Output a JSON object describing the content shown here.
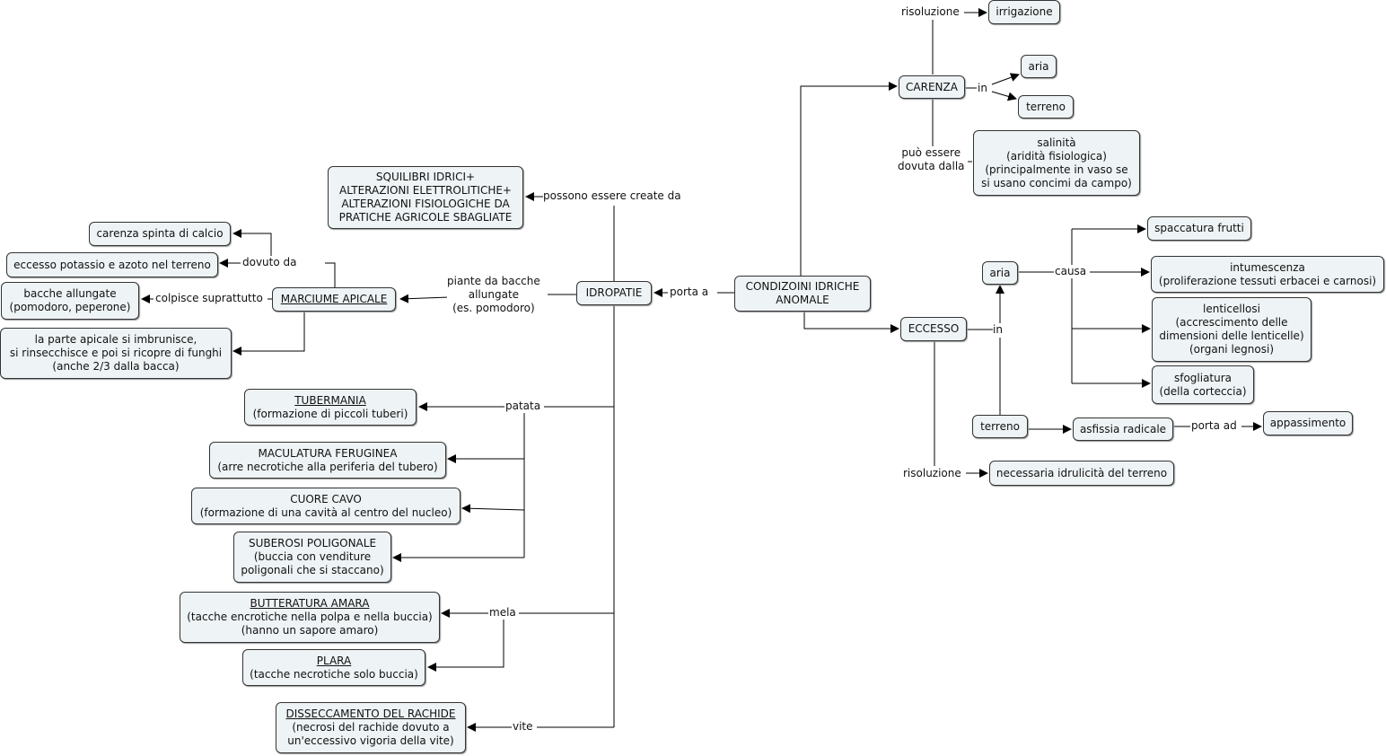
{
  "nodes": {
    "idropatie": [
      "IDROPATIE"
    ],
    "condizioni": [
      "CONDIZOINI IDRICHE",
      "ANOMALE"
    ],
    "squilibri": [
      "SQUILIBRI IDRICI+",
      "ALTERAZIONI ELETTROLITICHE+",
      "ALTERAZIONI FISIOLOGICHE DA",
      "PRATICHE AGRICOLE SBAGLIATE"
    ],
    "marciume": [
      "MARCIUME APICALE"
    ],
    "carenza_calcio": [
      "carenza spinta di calcio"
    ],
    "eccesso_potassio": [
      "eccesso potassio e azoto nel terreno"
    ],
    "bacche": [
      "bacche allungate",
      "(pomodoro, peperone)"
    ],
    "parte_apicale": [
      "la parte apicale si imbrunisce,",
      "si rinsecchisce e poi si ricopre di funghi",
      "(anche 2/3 dalla bacca)"
    ],
    "tubermania": [
      "TUBERMANIA",
      "(formazione di piccoli tuberi)"
    ],
    "maculatura": [
      "MACULATURA FERUGINEA",
      "(arre necrotiche alla periferia del tubero)"
    ],
    "cuore_cavo": [
      "CUORE CAVO",
      "(formazione di una cavità al centro del nucleo)"
    ],
    "suberosi": [
      "SUBEROSI POLIGONALE",
      "(buccia con venditure",
      "poligonali che si staccano)"
    ],
    "butteratura": [
      "BUTTERATURA AMARA",
      "(tacche encrotiche nella polpa e nella buccia)",
      "(hanno un sapore amaro)"
    ],
    "plara": [
      "PLARA",
      "(tacche necrotiche solo buccia)"
    ],
    "disseccamento": [
      "DISSECCAMENTO DEL RACHIDE",
      "(necrosi del rachide dovuto a",
      "un'eccessivo vigoria della vite)"
    ],
    "carenza": [
      "CARENZA"
    ],
    "irrigazione": [
      "irrigazione"
    ],
    "aria_top": [
      "aria"
    ],
    "terreno_top": [
      "terreno"
    ],
    "salinita": [
      "salinità",
      "(aridità fisiologica)",
      "(principalmente in vaso se",
      "si usano concimi da campo)"
    ],
    "eccesso": [
      "ECCESSO"
    ],
    "aria_mid": [
      "aria"
    ],
    "spaccatura": [
      "spaccatura frutti"
    ],
    "intumescenza": [
      "intumescenza",
      "(proliferazione tessuti erbacei e carnosi)"
    ],
    "lenticellosi": [
      "lenticellosi",
      "(accrescimento delle",
      "dimensioni delle lenticelle)",
      "(organi legnosi)"
    ],
    "sfogliatura": [
      "sfogliatura",
      "(della corteccia)"
    ],
    "terreno_mid": [
      "terreno"
    ],
    "asfissia": [
      "asfissia radicale"
    ],
    "appassimento": [
      "appassimento"
    ],
    "idrulicita": [
      "necessaria idrulicità del terreno"
    ]
  },
  "labels": {
    "porta_a": [
      "porta a"
    ],
    "possono": [
      "possono essere create da"
    ],
    "piante": [
      "piante da bacche",
      "allungate",
      "(es. pomodoro)"
    ],
    "dovuto_da": [
      "dovuto da"
    ],
    "colpisce": [
      "colpisce suprattutto"
    ],
    "patata": [
      "patata"
    ],
    "mela": [
      "mela"
    ],
    "vite": [
      "vite"
    ],
    "risoluzione_top": [
      "risoluzione"
    ],
    "in_top": [
      "in"
    ],
    "puo_essere": [
      "può essere",
      "dovuta dalla"
    ],
    "in_mid": [
      "in"
    ],
    "causa": [
      "causa"
    ],
    "porta_ad": [
      "porta ad"
    ],
    "risoluzione_bottom": [
      "risoluzione"
    ]
  },
  "underlined": [
    "marciume.0",
    "tubermania.0",
    "butteratura.0",
    "plara.0",
    "disseccamento.0"
  ],
  "colors": {
    "node_fill": "#eef3f5",
    "border": "#333333",
    "line": "#000000"
  }
}
